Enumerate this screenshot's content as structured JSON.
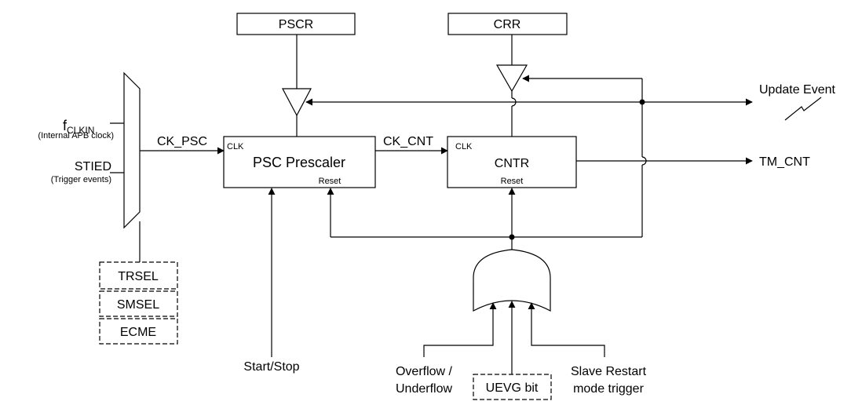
{
  "blocks": {
    "pscr": "PSCR",
    "crr": "CRR",
    "prescaler": {
      "clk": "CLK",
      "name": "PSC Prescaler",
      "reset": "Reset"
    },
    "cntr": {
      "clk": "CLK",
      "name": "CNTR",
      "reset": "Reset"
    }
  },
  "signals": {
    "fclkin_main": "f",
    "fclkin_sub": "CLKIN",
    "fclkin_desc": "(Internal APB clock)",
    "stied": "STIED",
    "stied_desc": "(Trigger events)",
    "ck_psc": "CK_PSC",
    "ck_cnt": "CK_CNT",
    "update_event": "Update Event",
    "tm_cnt": "TM_CNT",
    "start_stop": "Start/Stop",
    "overflow_line1": "Overflow /",
    "overflow_line2": "Underflow",
    "uevg": "UEVG bit",
    "slave_line1": "Slave Restart",
    "slave_line2": "mode trigger"
  },
  "control_bits": [
    "TRSEL",
    "SMSEL",
    "ECME"
  ]
}
